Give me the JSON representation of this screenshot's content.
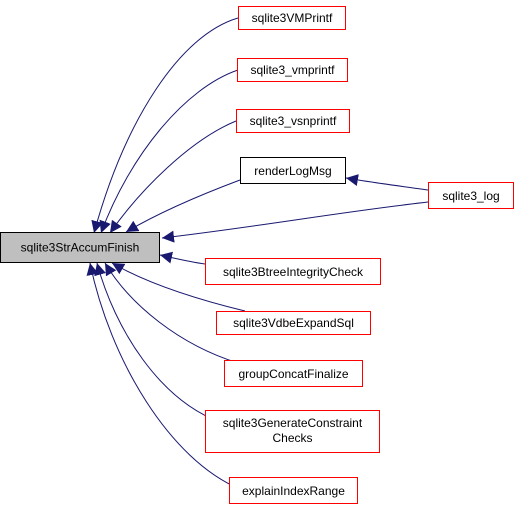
{
  "colors": {
    "root_fill": "#bfbfbf",
    "root_border": "#000000",
    "caller_border": "#ff0000",
    "neutral_border": "#000000",
    "edge": "#191970"
  },
  "nodes": {
    "root": {
      "label": "sqlite3StrAccumFinish"
    },
    "vmprintf": {
      "label": "sqlite3VMPrintf"
    },
    "sqlite3_vmprintf": {
      "label": "sqlite3_vmprintf"
    },
    "sqlite3_vsnprintf": {
      "label": "sqlite3_vsnprintf"
    },
    "renderLogMsg": {
      "label": "renderLogMsg"
    },
    "sqlite3_log": {
      "label": "sqlite3_log"
    },
    "btree": {
      "label": "sqlite3BtreeIntegrityCheck"
    },
    "vdbe": {
      "label": "sqlite3VdbeExpandSql"
    },
    "groupConcat": {
      "label": "groupConcatFinalize"
    },
    "generate": {
      "line1": "sqlite3GenerateConstraint",
      "line2": "Checks"
    },
    "explain": {
      "label": "explainIndexRange"
    }
  }
}
